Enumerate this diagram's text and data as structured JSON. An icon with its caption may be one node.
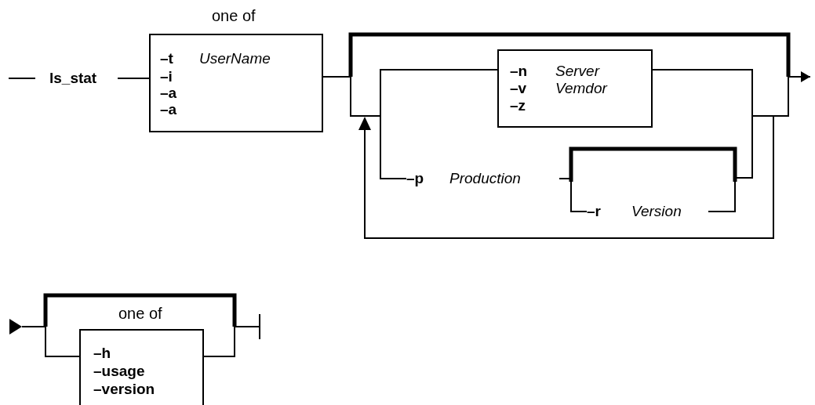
{
  "diagram": {
    "nodes": [
      {
        "text": [
          "ls_stat"
        ]
      },
      {
        "text": [
          "one of",
          "–t",
          "UserName",
          "–i",
          "–a",
          "–a"
        ]
      },
      {
        "text": [
          "–n",
          "Server",
          "–v",
          "Vemdor",
          "–z"
        ]
      },
      {
        "text": [
          "–p",
          "Production"
        ]
      },
      {
        "text": [
          "–r",
          "Version"
        ]
      },
      {
        "text": [
          "one of",
          "–h",
          "–usage",
          "–version"
        ]
      },
      {
        "text": [],
        "shape": "triangle"
      }
    ],
    "edges": [
      {
        "from": null,
        "to": 0,
        "arrow": "none"
      },
      {
        "from": 0,
        "to": 1,
        "arrow": "none"
      },
      {
        "from": 1,
        "to": 2,
        "arrow": "none"
      },
      {
        "from": 1,
        "to": 3,
        "arrow": "none"
      },
      {
        "from": 2,
        "to": null,
        "arrow": "to"
      },
      {
        "from": 3,
        "to": 4,
        "arrow": "none"
      },
      {
        "from": 6,
        "to": 5,
        "arrow": "none"
      },
      {
        "from": 5,
        "to": null,
        "arrow": "none"
      }
    ]
  }
}
